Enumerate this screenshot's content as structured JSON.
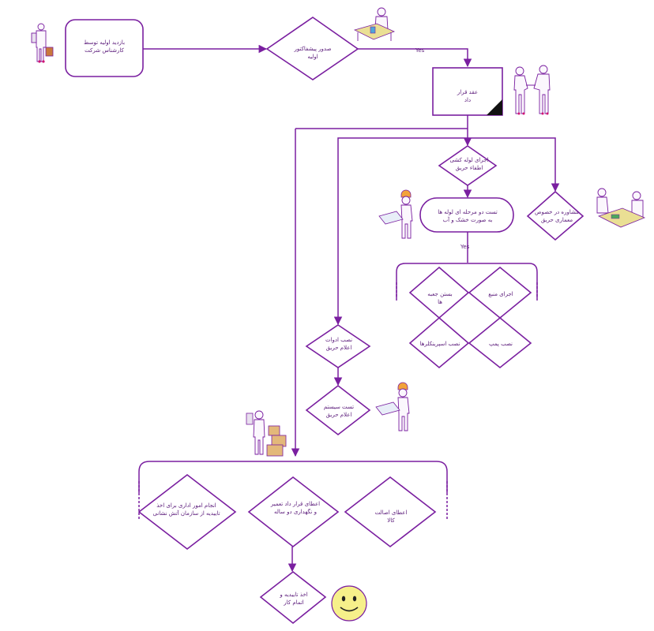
{
  "nodes": {
    "visit": "بازدید اولیه توسط کارشناس شرکت",
    "proforma": "صدور پیشفاکتور اولیه",
    "contract": "عقد قرار داد",
    "piping": "اجرای لوله کشی اطفاء حریق",
    "pressure_test": "تست دو مرحله ای لوله ها به صورت خشک و آب",
    "consult": "مشاوره در خصوص معماری حریق",
    "tank": "اجرای منبع",
    "fire_box": "بستن جعبه ها",
    "pump": "نصب پمپ",
    "sprinkler": "نصب اسپرینکلرها",
    "alarm_install": "نصب ادوات اعلام حریق",
    "alarm_test": "تست سیستم اعلام حریق",
    "admin": "انجام امور اداری برای اخذ تاییدیه از سازمان آتش نشانی",
    "warranty": "اعطای قرار داد تعمیر و نگهداری دو ساله",
    "authenticity": "اعطای اصالت کالا",
    "approval": "اخذ تاییدیه و اتمام کار"
  },
  "edges": {
    "yes_top": "Yes",
    "yes_mid": "Yes"
  },
  "colors": {
    "stroke": "#7a1fa0",
    "text": "#5a1a7a",
    "smiley": "#f6f08a"
  },
  "icons": [
    "person-with-book-icon",
    "person-at-desk-icon",
    "handshake-icon",
    "engineer-with-blueprint-icon",
    "meeting-icon",
    "person-with-boxes-icon",
    "smiley-face-icon"
  ]
}
